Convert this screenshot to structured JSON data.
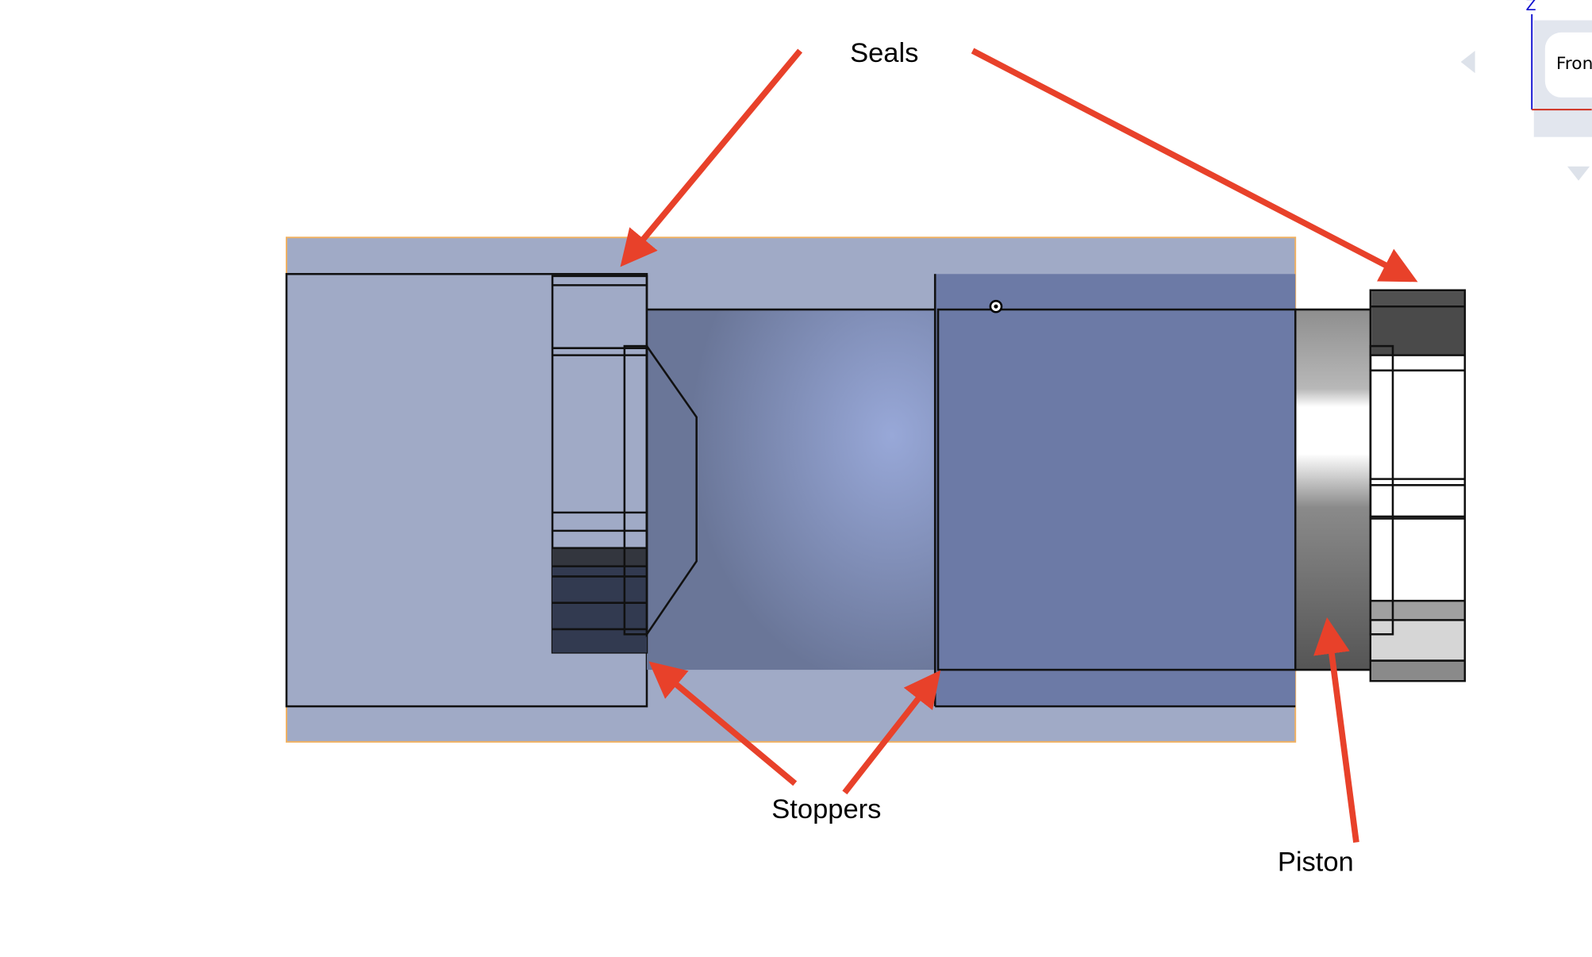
{
  "labels": {
    "seals": "Seals",
    "stoppers": "Stoppers",
    "piston": "Piston"
  },
  "view_cube": {
    "face": "Front",
    "axis_z": "Z"
  },
  "colors": {
    "arrow": "#e8412a",
    "housing": "#6f7fab",
    "selection_outline": "#f0b060",
    "axis_z": "#1010d0",
    "axis_x": "#d03020"
  }
}
